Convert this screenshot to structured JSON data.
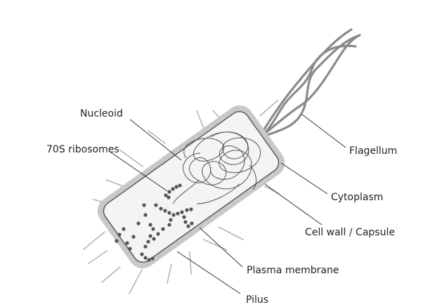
{
  "labels": {
    "nucleoid": "Nucleoid",
    "ribosomes": "70S ribosomes",
    "flagellum": "Flagellum",
    "cytoplasm": "Cytoplasm",
    "cell_wall": "Cell wall / Capsule",
    "plasma_membrane": "Plasma membrane",
    "pilus": "Pilus"
  },
  "colors": {
    "capsule": "#c8c8c8",
    "cytoplasm": "#f4f4f4",
    "outline": "#555555",
    "flagellum": "#8a8a8a",
    "pilus": "#b4b4b4",
    "ribosome": "#555555",
    "leader": "#333333",
    "text": "#222222"
  }
}
